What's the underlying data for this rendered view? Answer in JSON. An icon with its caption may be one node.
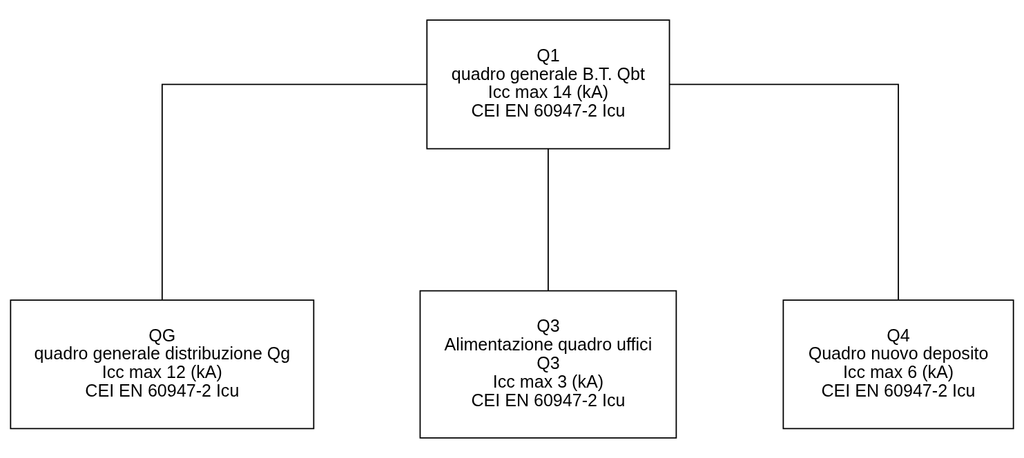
{
  "diagram": {
    "nodes": [
      {
        "text": [
          "Q1",
          "quadro generale B.T. Qbt",
          "Icc max 14 (kA)",
          "CEI EN 60947-2 Icu"
        ]
      },
      {
        "text": [
          "QG",
          "quadro generale distribuzione Qg",
          "Icc max 12 (kA)",
          "CEI EN 60947-2 Icu"
        ]
      },
      {
        "text": [
          "Q3",
          "Alimentazione quadro uffici",
          "Q3",
          "Icc max 3 (kA)",
          "CEI EN 60947-2 Icu"
        ]
      },
      {
        "text": [
          "Q4",
          "Quadro nuovo deposito",
          "Icc max 6 (kA)",
          "CEI EN 60947-2 Icu"
        ]
      }
    ],
    "edges": [
      {
        "from": 0,
        "to": 1,
        "arrow": "none"
      },
      {
        "from": 0,
        "to": 2,
        "arrow": "none"
      },
      {
        "from": 0,
        "to": 3,
        "arrow": "none"
      }
    ]
  }
}
